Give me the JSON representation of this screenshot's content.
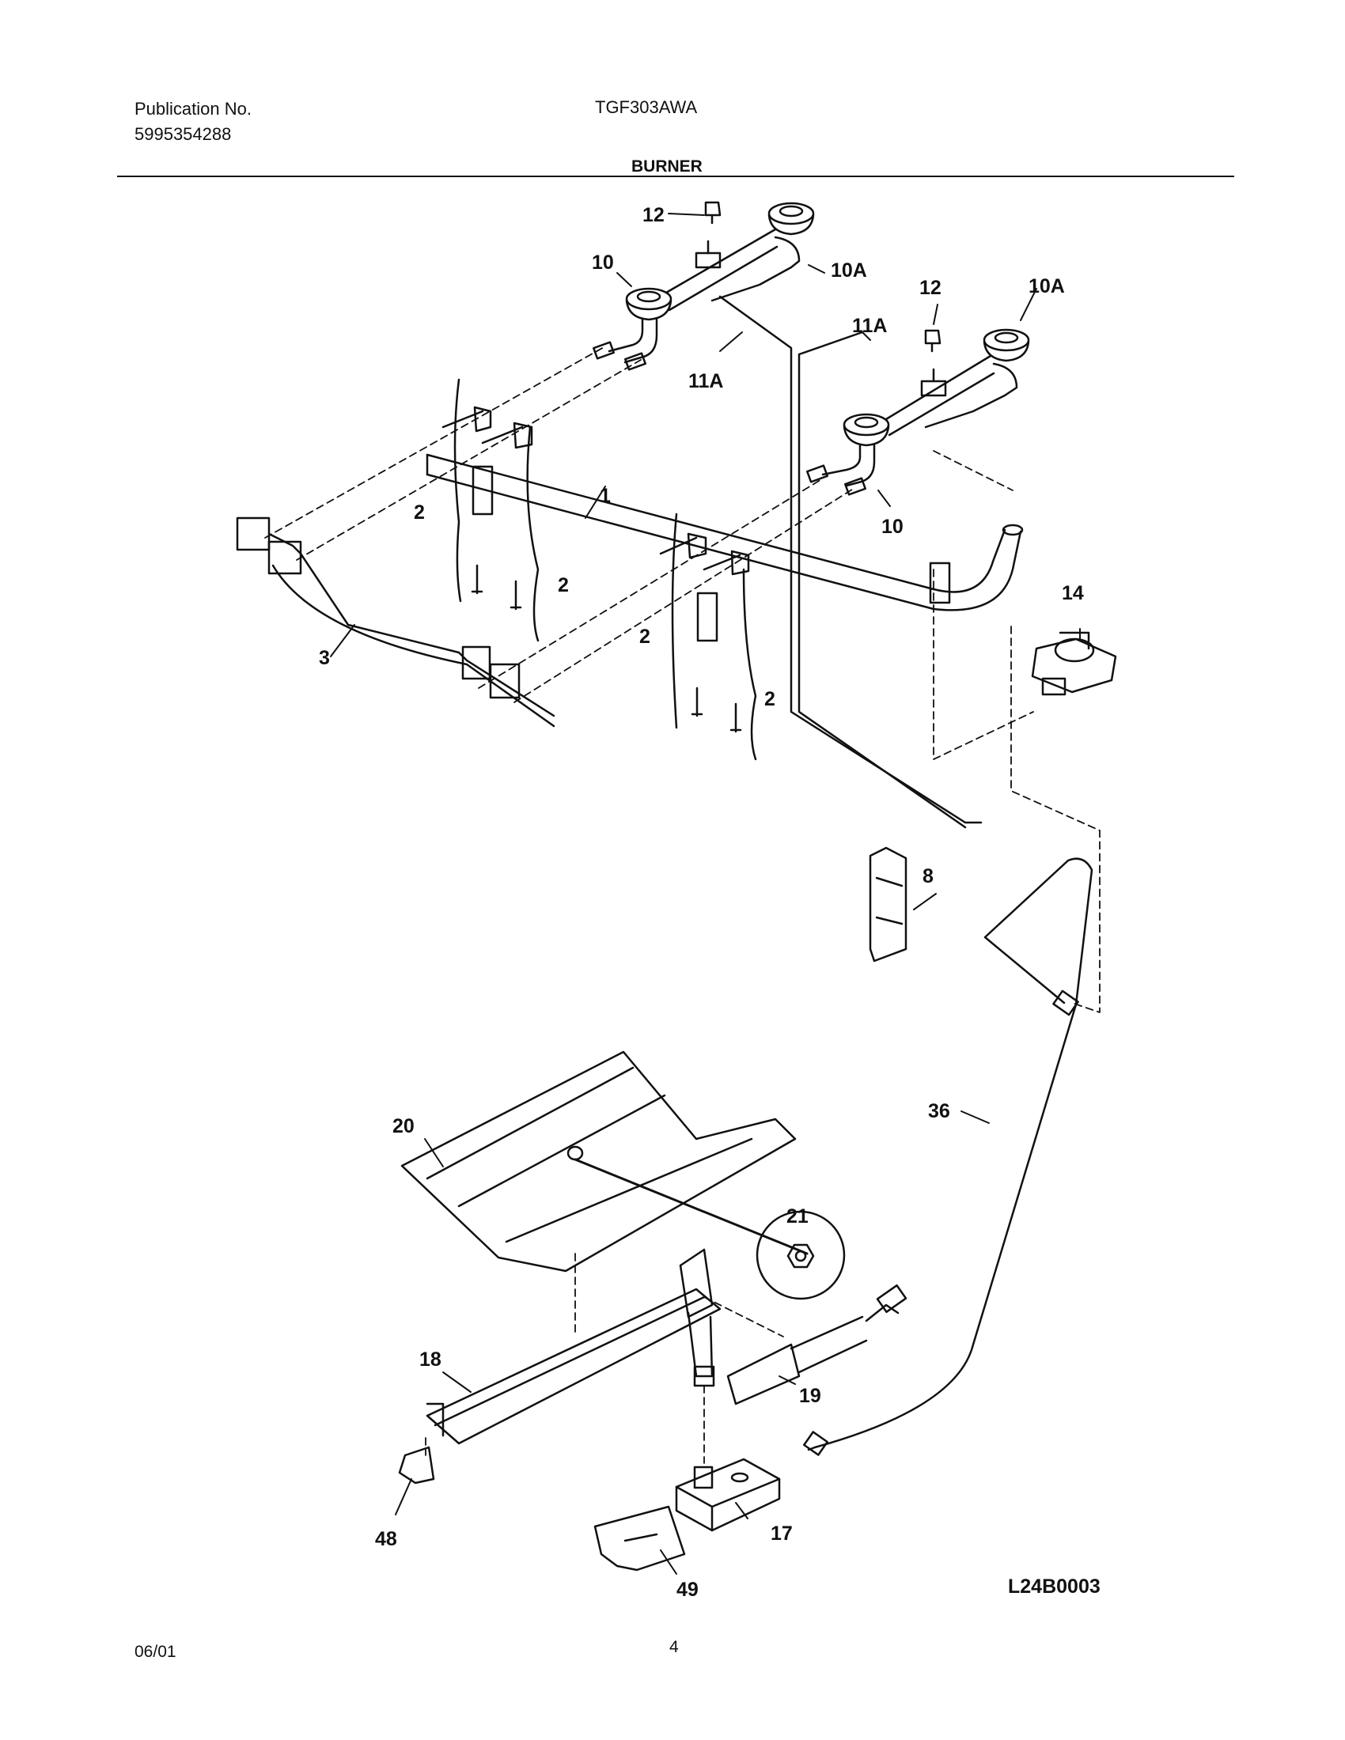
{
  "header": {
    "publication_label": "Publication No.",
    "publication_number": "5995354288",
    "model": "TGF303AWA",
    "section_title": "BURNER"
  },
  "callouts": {
    "c1": "1",
    "c2a": "2",
    "c2b": "2",
    "c2c": "2",
    "c2d": "2",
    "c3": "3",
    "c8": "8",
    "c10a": "10",
    "c10b": "10",
    "c10Aa": "10A",
    "c10Ab": "10A",
    "c11Aa": "11A",
    "c11Ab": "11A",
    "c12a": "12",
    "c12b": "12",
    "c14": "14",
    "c17": "17",
    "c18": "18",
    "c19": "19",
    "c20": "20",
    "c21": "21",
    "c36": "36",
    "c48": "48",
    "c49": "49"
  },
  "drawing_code": "L24B0003",
  "footer": {
    "date": "06/01",
    "page": "4"
  }
}
